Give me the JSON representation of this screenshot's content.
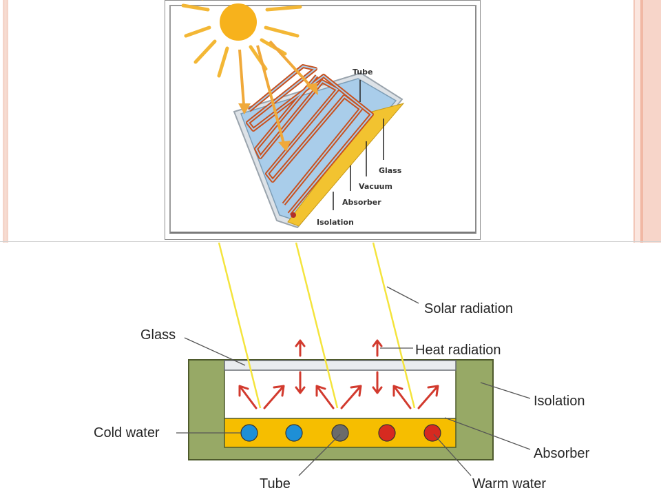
{
  "top_diagram": {
    "labels": {
      "tube": "Tube",
      "glass": "Glass",
      "vacuum": "Vacuum",
      "absorber": "Absorber",
      "isolation": "Isolation"
    }
  },
  "bottom_diagram": {
    "labels": {
      "solar_radiation": "Solar radiation",
      "glass": "Glass",
      "heat_radiation": "Heat radiation",
      "isolation": "Isolation",
      "cold_water": "Cold water",
      "absorber": "Absorber",
      "tube": "Tube",
      "warm_water": "Warm water"
    },
    "water_tubes": [
      {
        "state": "cold",
        "color": "#1e8fd6"
      },
      {
        "state": "cold",
        "color": "#1e8fd6"
      },
      {
        "state": "neutral",
        "color": "#6b6b6b"
      },
      {
        "state": "warm",
        "color": "#d62a20"
      },
      {
        "state": "warm",
        "color": "#d62a20"
      }
    ]
  },
  "colors": {
    "sun": "#f7b21c",
    "sun_rays": "#f2b233",
    "collector_glass": "#a9cdea",
    "collector_frame": "#d9dde2",
    "tube": "#c8511f",
    "isolation_strip": "#f2c330",
    "isolation_box": "#97a966",
    "absorber": "#f6be00",
    "solar_ray": "#f4e43c",
    "heat_arrow": "#d23a2e"
  }
}
